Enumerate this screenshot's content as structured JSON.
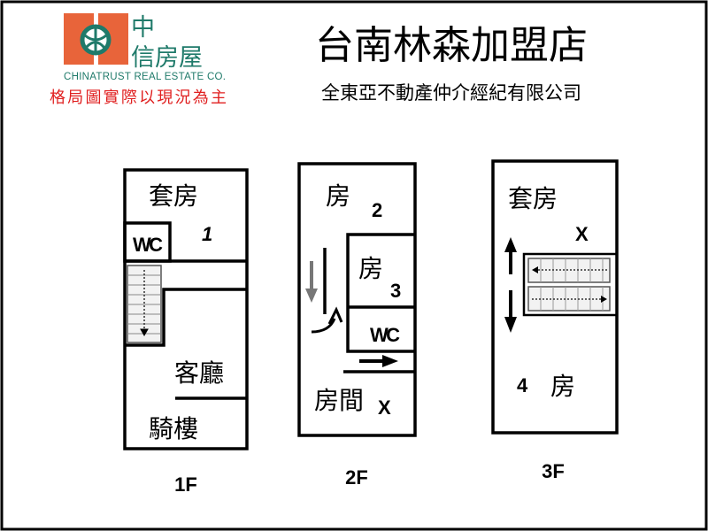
{
  "logo": {
    "brand_cn": "中信房屋",
    "brand_cn_top": "中",
    "brand_cn_bottom": "信房屋",
    "brand_en": "CHINATRUST REAL ESTATE CO.",
    "colors": {
      "orange": "#e8643a",
      "green": "#1f7a6a",
      "red": "#e02020"
    }
  },
  "disclaimer": "格局圖實際以現況為主",
  "header": {
    "title": "台南林森加盟店",
    "subtitle": "全東亞不動產仲介經紀有限公司"
  },
  "floors": [
    {
      "label": "1F",
      "rooms": {
        "suite": "套房",
        "suite_no": "1",
        "wc": "WC",
        "living": "客廳",
        "arcade": "騎樓"
      }
    },
    {
      "label": "2F",
      "rooms": {
        "room2": "房",
        "room2_no": "2",
        "room3": "房",
        "room3_no": "3",
        "wc": "WC",
        "roomx": "房間",
        "roomx_no": "X"
      }
    },
    {
      "label": "3F",
      "rooms": {
        "suite": "套房",
        "suite_no": "X",
        "room4": "房",
        "room4_no": "4"
      }
    }
  ]
}
